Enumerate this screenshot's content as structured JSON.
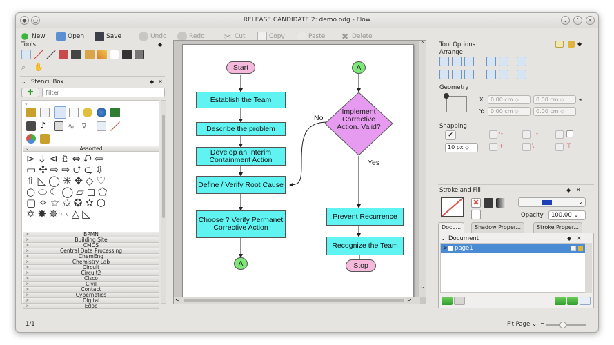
{
  "window": {
    "title": "RELEASE CANDIDATE 2: demo.odg - Flow"
  },
  "toolbar": {
    "new": "New",
    "open": "Open",
    "save": "Save",
    "undo": "Undo",
    "redo": "Redo",
    "cut": "Cut",
    "copy": "Copy",
    "paste": "Paste",
    "delete": "Delete"
  },
  "tools": {
    "title": "Tools"
  },
  "stencil": {
    "title": "Stencil Box",
    "filter_placeholder": "Filter",
    "assorted": "Assorted",
    "collections": [
      "BPMN",
      "Building Site",
      "CMOS",
      "Central Data Processing",
      "ChemEng",
      "Chemistry Lab",
      "Circuit",
      "Circuit2",
      "Cisco",
      "Civil",
      "Contact",
      "Cybernetics",
      "Digital",
      "Edpc"
    ]
  },
  "flowchart": {
    "start": "Start",
    "stop": "Stop",
    "connector_a": "A",
    "no_label": "No",
    "yes_label": "Yes",
    "left_steps": [
      "Establish the Team",
      "Describe the problem",
      "Develop an Interim Containment Action",
      "Define / Verify Root Cause",
      "Choose ? Verify Permanet Corrective Action"
    ],
    "decision": "Implement Corrective Action. Valid?",
    "right_steps": [
      "Prevent Recurrence",
      "Recognize the Team"
    ]
  },
  "tool_options": {
    "title": "Tool Options",
    "arrange": "Arrange",
    "geometry": "Geometry",
    "x_label": "X:",
    "y_label": "Y:",
    "x_value": "0.00 cm",
    "y_value": "0.00 cm",
    "w_value": "0.00 cm",
    "h_value": "0.00 cm",
    "snapping": "Snapping",
    "snap_distance": "10 px"
  },
  "stroke_fill": {
    "title": "Stroke and Fill",
    "opacity_label": "Opacity:",
    "opacity_value": "100.00",
    "stroke_color": "#1f3fb5"
  },
  "tabs": [
    "Docu...",
    "Shadow Proper...",
    "Stroke Proper..."
  ],
  "document": {
    "title": "Document",
    "page": "page1"
  },
  "status": {
    "page_count": "1/1",
    "zoom": "Fit Page"
  },
  "colors": {
    "process": "#5ff3f1",
    "terminator": "#f6b9dc",
    "decision": "#e79bf0",
    "connector": "#7de878",
    "selection": "#4a8bd4"
  }
}
